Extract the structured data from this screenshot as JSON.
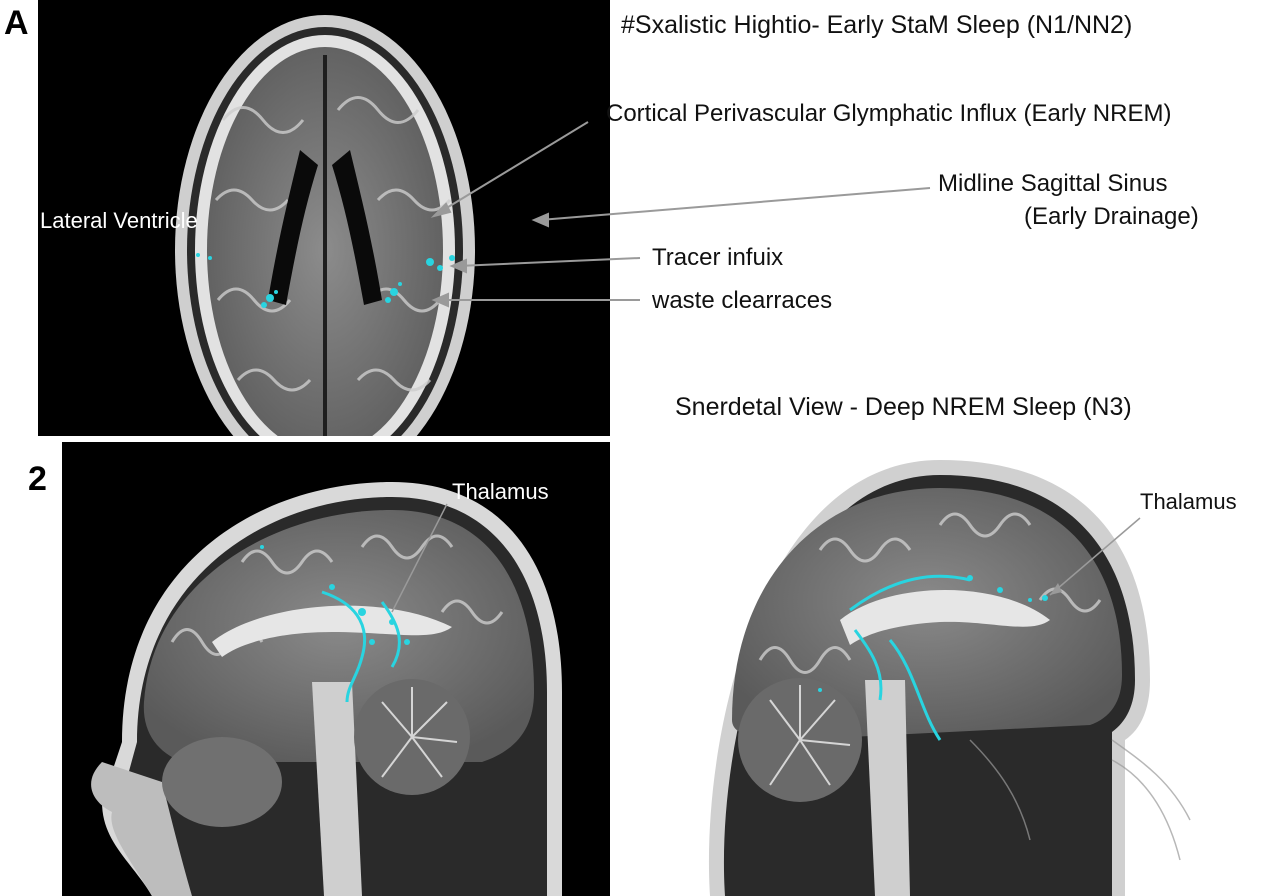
{
  "panel_labels": {
    "a": "A",
    "b": "2"
  },
  "titles": {
    "top": "#Sxalistic Hightio- Early StaM Sleep (N1/NN2)",
    "bottom_right": "Snerdetal View - Deep NREM Sleep (N3)"
  },
  "annotations": {
    "cortical": "Cortical Perivascular Glymphatic Influx (Early NREM)",
    "sinus_line1": "Midline Sagittal Sinus",
    "sinus_line2": "(Early Drainage)",
    "lateral_ventricle": "Lateral Ventricle",
    "tracer": "Tracer infuix",
    "waste": "waste clearraces",
    "thalamus_left": "Thalamus",
    "thalamus_right": "Thalamus"
  },
  "colors": {
    "tracer": "#29d4e0",
    "panel_bg": "#000000",
    "arrow": "#9a9a9a"
  }
}
